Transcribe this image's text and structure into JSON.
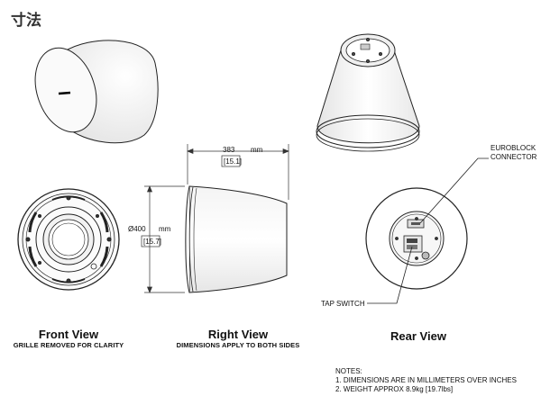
{
  "page": {
    "title": "寸法"
  },
  "views": {
    "front": {
      "title": "Front View",
      "subtitle": "GRILLE REMOVED FOR CLARITY"
    },
    "right": {
      "title": "Right View",
      "subtitle": "DIMENSIONS APPLY TO BOTH SIDES"
    },
    "rear": {
      "title": "Rear View"
    }
  },
  "dimensions": {
    "length_mm": "383",
    "length_unit": "mm",
    "length_in": "[15.1]",
    "diameter_mm": "Ø400",
    "diameter_unit": "mm",
    "diameter_in": "[15.7]"
  },
  "callouts": {
    "euroblock_line1": "EUROBLOCK",
    "euroblock_line2": "CONNECTOR",
    "tap_switch": "TAP SWITCH"
  },
  "notes": {
    "heading": "NOTES:",
    "line1": "1. DIMENSIONS ARE IN MILLIMETERS OVER INCHES",
    "line2": "2. WEIGHT APPROX 8.9kg [19.7lbs]"
  },
  "colors": {
    "line": "#222222",
    "shade": "#eeeeee"
  }
}
